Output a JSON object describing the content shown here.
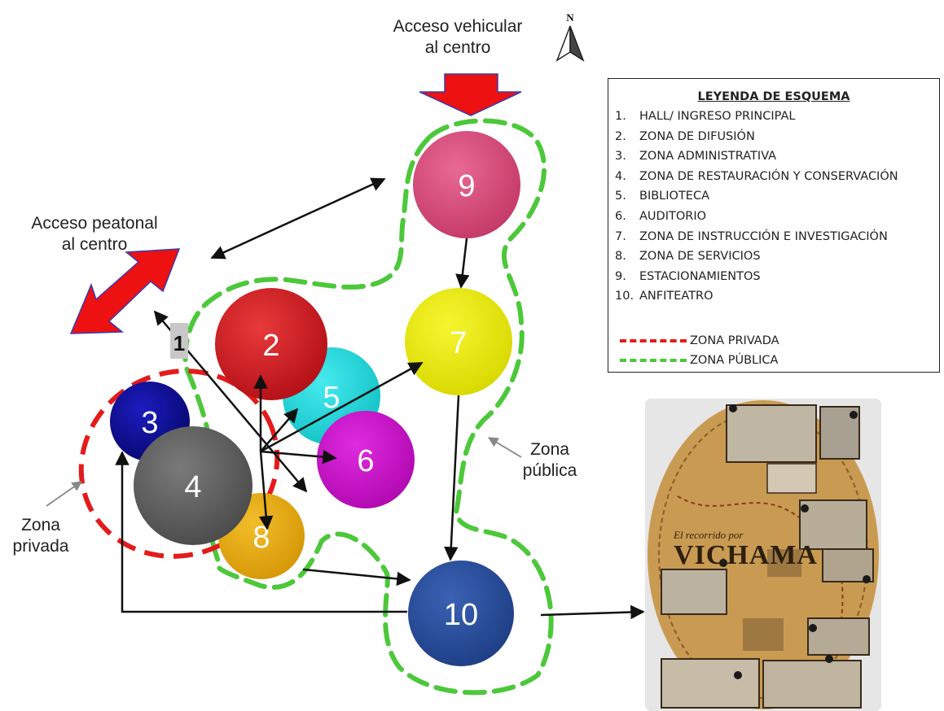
{
  "labels": {
    "vehicular_access": "Acceso vehicular\nal centro",
    "pedestrian_access": "Acceso peatonal\nal centro",
    "north": "N",
    "entry_marker": "1",
    "private_zone_note": "Zona\nprivada",
    "public_zone_note": "Zona\npública"
  },
  "circles": [
    {
      "id": "2",
      "label": "2"
    },
    {
      "id": "3",
      "label": "3"
    },
    {
      "id": "4",
      "label": "4"
    },
    {
      "id": "5",
      "label": "5"
    },
    {
      "id": "6",
      "label": "6"
    },
    {
      "id": "7",
      "label": "7"
    },
    {
      "id": "8",
      "label": "8"
    },
    {
      "id": "9",
      "label": "9"
    },
    {
      "id": "10",
      "label": "10"
    }
  ],
  "colors": {
    "c2": "#c8141c",
    "c3": "#0c0c9a",
    "c4": "#666666",
    "c5": "#1ad6da",
    "c6": "#c810c8",
    "c7": "#ecec0a",
    "c8": "#e6a814",
    "c9": "#d94a7c",
    "c10": "#2a4e9a",
    "private_zone": "#e31b1b",
    "public_zone": "#4cc83a",
    "access_arrow": "#ee1111",
    "access_arrow_border": "#3a3ab0"
  },
  "legend": {
    "title": "LEYENDA DE ESQUEMA",
    "items": [
      {
        "num": "1.",
        "text": "HALL/ INGRESO PRINCIPAL"
      },
      {
        "num": "2.",
        "text": "ZONA DE DIFUSIÓN"
      },
      {
        "num": "3.",
        "text": "ZONA ADMINISTRATIVA"
      },
      {
        "num": "4.",
        "text": "ZONA DE RESTAURACIÓN Y CONSERVACIÓN"
      },
      {
        "num": "5.",
        "text": "BIBLIOTECA"
      },
      {
        "num": "6.",
        "text": "AUDITORIO"
      },
      {
        "num": "7.",
        "text": "ZONA DE INSTRUCCIÓN E INVESTIGACIÓN"
      },
      {
        "num": "8.",
        "text": "ZONA DE SERVICIOS"
      },
      {
        "num": "9.",
        "text": "ESTACIONAMIENTOS"
      },
      {
        "num": "10.",
        "text": "ANFITEATRO"
      }
    ],
    "private_zone": "ZONA PRIVADA",
    "public_zone": "ZONA PÚBLICA"
  },
  "photo": {
    "subtitle": "El recorrido por",
    "title": "VICHAMA"
  }
}
